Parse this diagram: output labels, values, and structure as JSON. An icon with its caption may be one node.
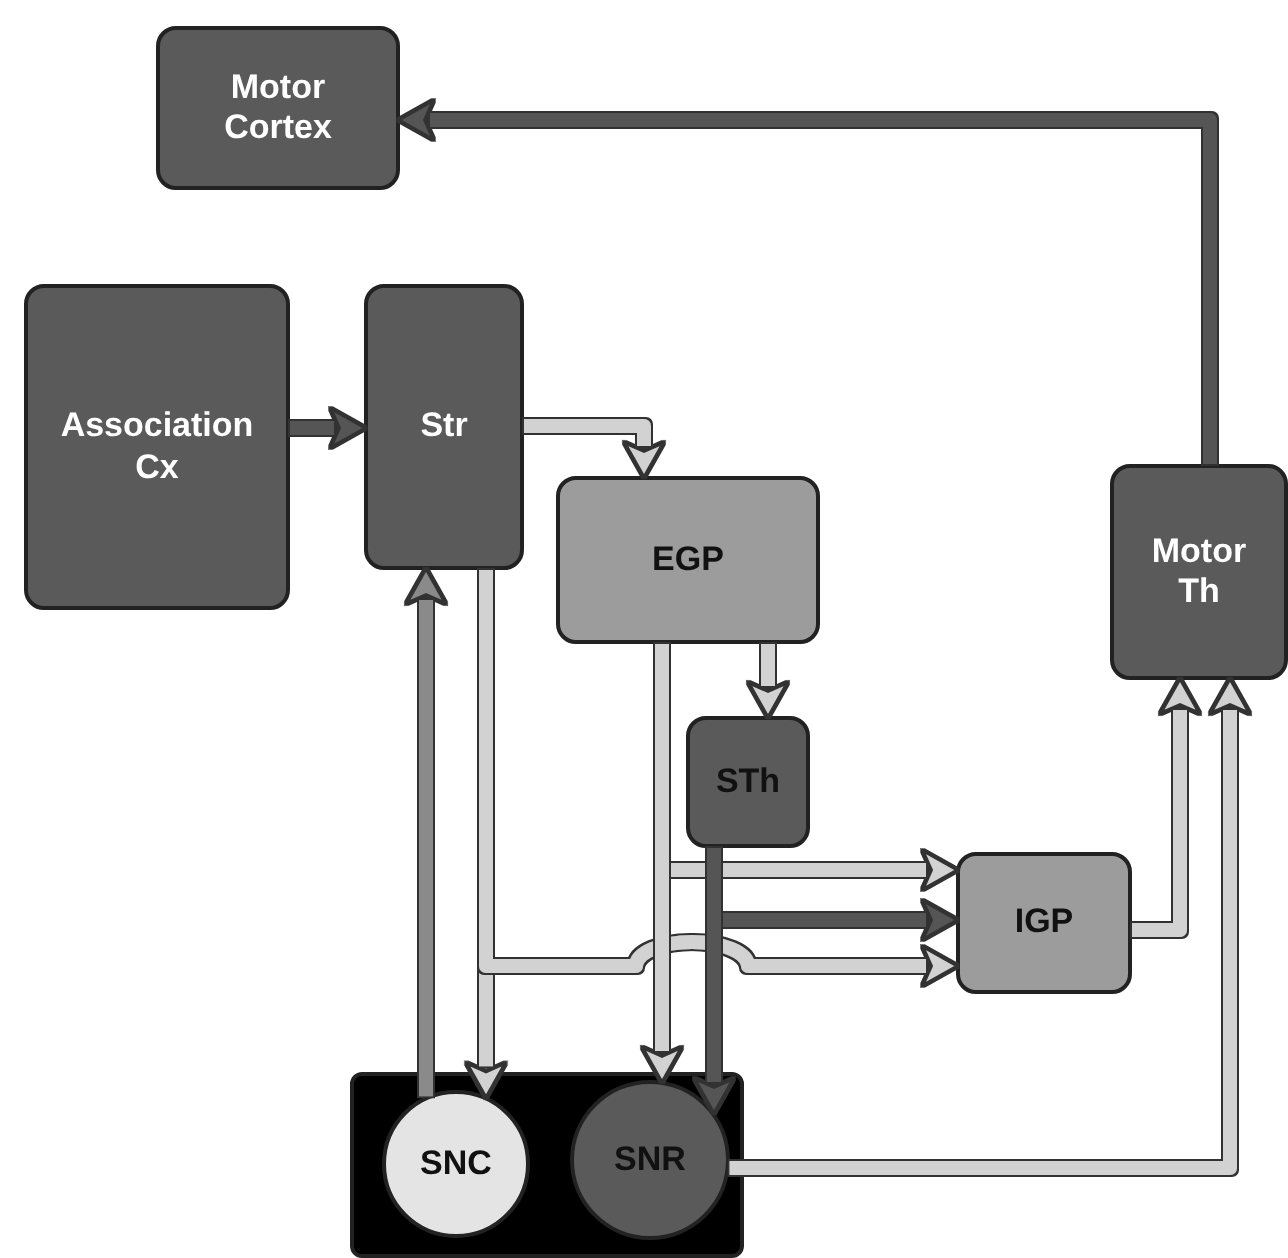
{
  "diagram": {
    "nodes": [
      {
        "text": [
          "Motor Cortex"
        ]
      },
      {
        "text": [
          "Association Cx"
        ]
      },
      {
        "text": [
          "Str"
        ]
      },
      {
        "text": [
          "EGP"
        ]
      },
      {
        "text": [
          "STh"
        ]
      },
      {
        "text": [
          "IGP"
        ]
      },
      {
        "text": [
          "Motor Th"
        ]
      },
      {
        "text": [],
        "shape": "box"
      },
      {
        "text": [
          "SNC"
        ],
        "in": 7
      },
      {
        "text": [
          "SNR"
        ],
        "in": 7
      }
    ],
    "edges": [
      {
        "from": 1,
        "to": 2,
        "arrow": "to",
        "color": "#555555"
      },
      {
        "from": 2,
        "to": 3,
        "arrow": "to"
      },
      {
        "from": 8,
        "to": 2,
        "arrow": "to",
        "color": "#8a8a8a"
      },
      {
        "from": 2,
        "to": 8,
        "arrow": "to"
      },
      {
        "from": 2,
        "to": 5,
        "arrow": "to"
      },
      {
        "from": 3,
        "to": 4,
        "arrow": "to"
      },
      {
        "from": 3,
        "to": 5,
        "arrow": "to"
      },
      {
        "from": 3,
        "to": 9,
        "arrow": "to"
      },
      {
        "from": 4,
        "to": 5,
        "arrow": "to",
        "color": "#555555"
      },
      {
        "from": 4,
        "to": 9,
        "arrow": "to",
        "color": "#555555"
      },
      {
        "from": 5,
        "to": 6,
        "arrow": "to"
      },
      {
        "from": 9,
        "to": 6,
        "arrow": "to"
      },
      {
        "from": 6,
        "to": 0,
        "arrow": "to",
        "color": "#555555"
      }
    ]
  }
}
